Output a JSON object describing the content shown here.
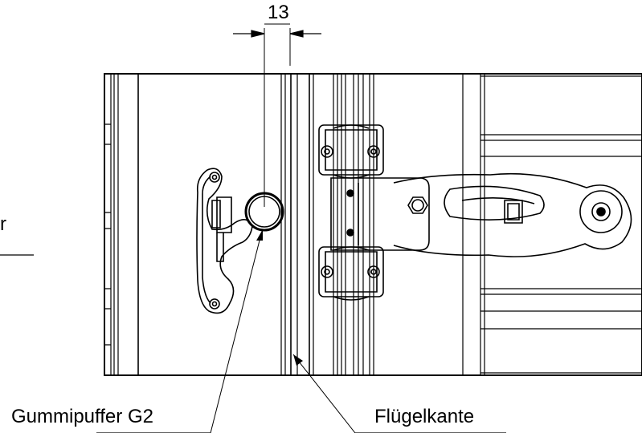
{
  "dimension": {
    "value": "13"
  },
  "labels": {
    "rubber_buffer": "Gummipuffer G2",
    "sash_edge": "Flügelkante",
    "cut_off_left": "r"
  },
  "colors": {
    "ink": "#000000",
    "paper": "#ffffff"
  }
}
